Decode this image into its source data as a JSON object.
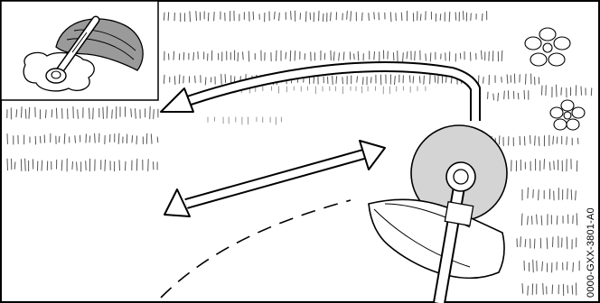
{
  "figure": {
    "code": "0000-GXX-3801-A0"
  },
  "colors": {
    "line": "#000000",
    "grass": "#555555",
    "inset_gray": "#9a9a9a",
    "guard_disc": "#d4d4d4",
    "background": "#ffffff"
  },
  "icons": [
    "grass-texture",
    "flower-icon",
    "trimmer-inset",
    "trimmer-head-guard",
    "arrow"
  ]
}
